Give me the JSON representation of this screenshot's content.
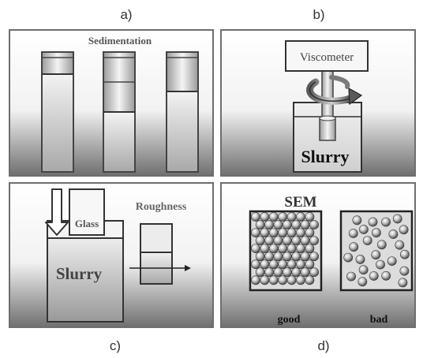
{
  "captions": {
    "a": "a)",
    "b": "b)",
    "c": "c)",
    "d": "d)"
  },
  "panel_a": {
    "title": "Sedimentation"
  },
  "panel_b": {
    "device": "Viscometer",
    "fluid": "Slurry"
  },
  "panel_c": {
    "plate": "Glass",
    "fluid": "Slurry",
    "measure": "Roughness"
  },
  "panel_d": {
    "title": "SEM",
    "good_label": "good",
    "bad_label": "bad"
  },
  "colors": {
    "panel_top": "#ffffff",
    "panel_bottom": "#6f6f6f",
    "frame": "#6e6e6e"
  }
}
